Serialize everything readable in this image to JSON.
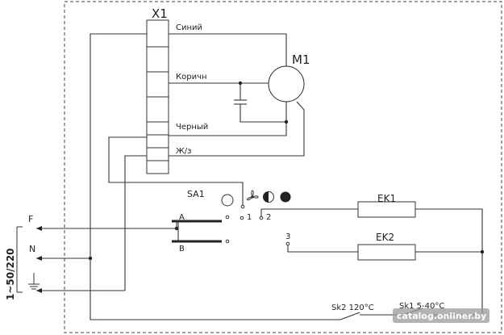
{
  "terminal_block": {
    "title": "X1",
    "wires": [
      {
        "label": "Синий"
      },
      {
        "label": "Коричн"
      },
      {
        "label": "Черный"
      },
      {
        "label": "Ж/з"
      }
    ]
  },
  "motor": {
    "label": "M1"
  },
  "switch": {
    "label": "SA1",
    "contact_a": "A",
    "contact_b": "B",
    "pos_1": "1",
    "pos_2": "2",
    "pos_3": "3"
  },
  "heaters": [
    {
      "label": "EK1"
    },
    {
      "label": "EK2"
    }
  ],
  "thermostats": [
    {
      "label": "Sk2 120°C"
    },
    {
      "label": "Sk1 5-40°C"
    }
  ],
  "supply": {
    "voltage": "1~50/220",
    "phase": "F",
    "neutral": "N"
  },
  "watermark": "catalog.onliner.by",
  "icons": [
    "fan-icon",
    "half-circle-icon",
    "filled-circle-icon",
    "ground-icon",
    "capacitor-icon"
  ]
}
